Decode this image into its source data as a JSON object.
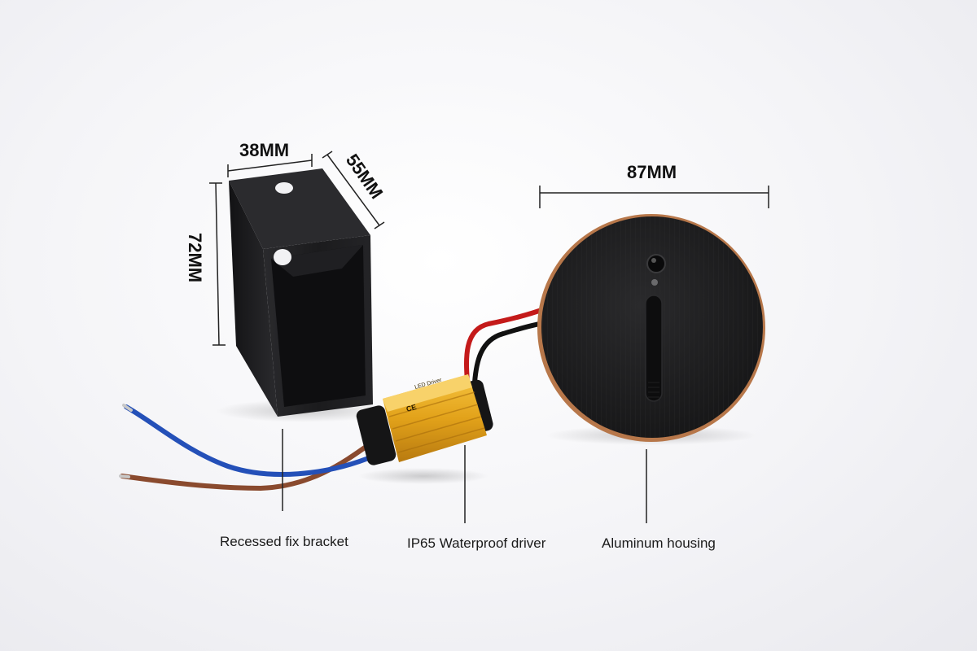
{
  "dimensions": {
    "bracket_width": "38MM",
    "bracket_depth": "55MM",
    "bracket_height": "72MM",
    "housing_diameter": "87MM"
  },
  "captions": {
    "bracket": "Recessed fix bracket",
    "driver": "IP65 Waterproof driver",
    "housing": "Aluminum housing"
  },
  "driver_label": {
    "title": "LED Driver",
    "marks": "CE"
  },
  "colors": {
    "background": "#f4f4f7",
    "bracket": "#1c1c1e",
    "driver_body": "#e8a81c",
    "housing": "#1e1e20",
    "housing_rim": "#b7774a",
    "wire_red": "#c41a1a",
    "wire_black": "#111111",
    "wire_blue": "#2450b8",
    "wire_brown": "#8a4a2e"
  }
}
